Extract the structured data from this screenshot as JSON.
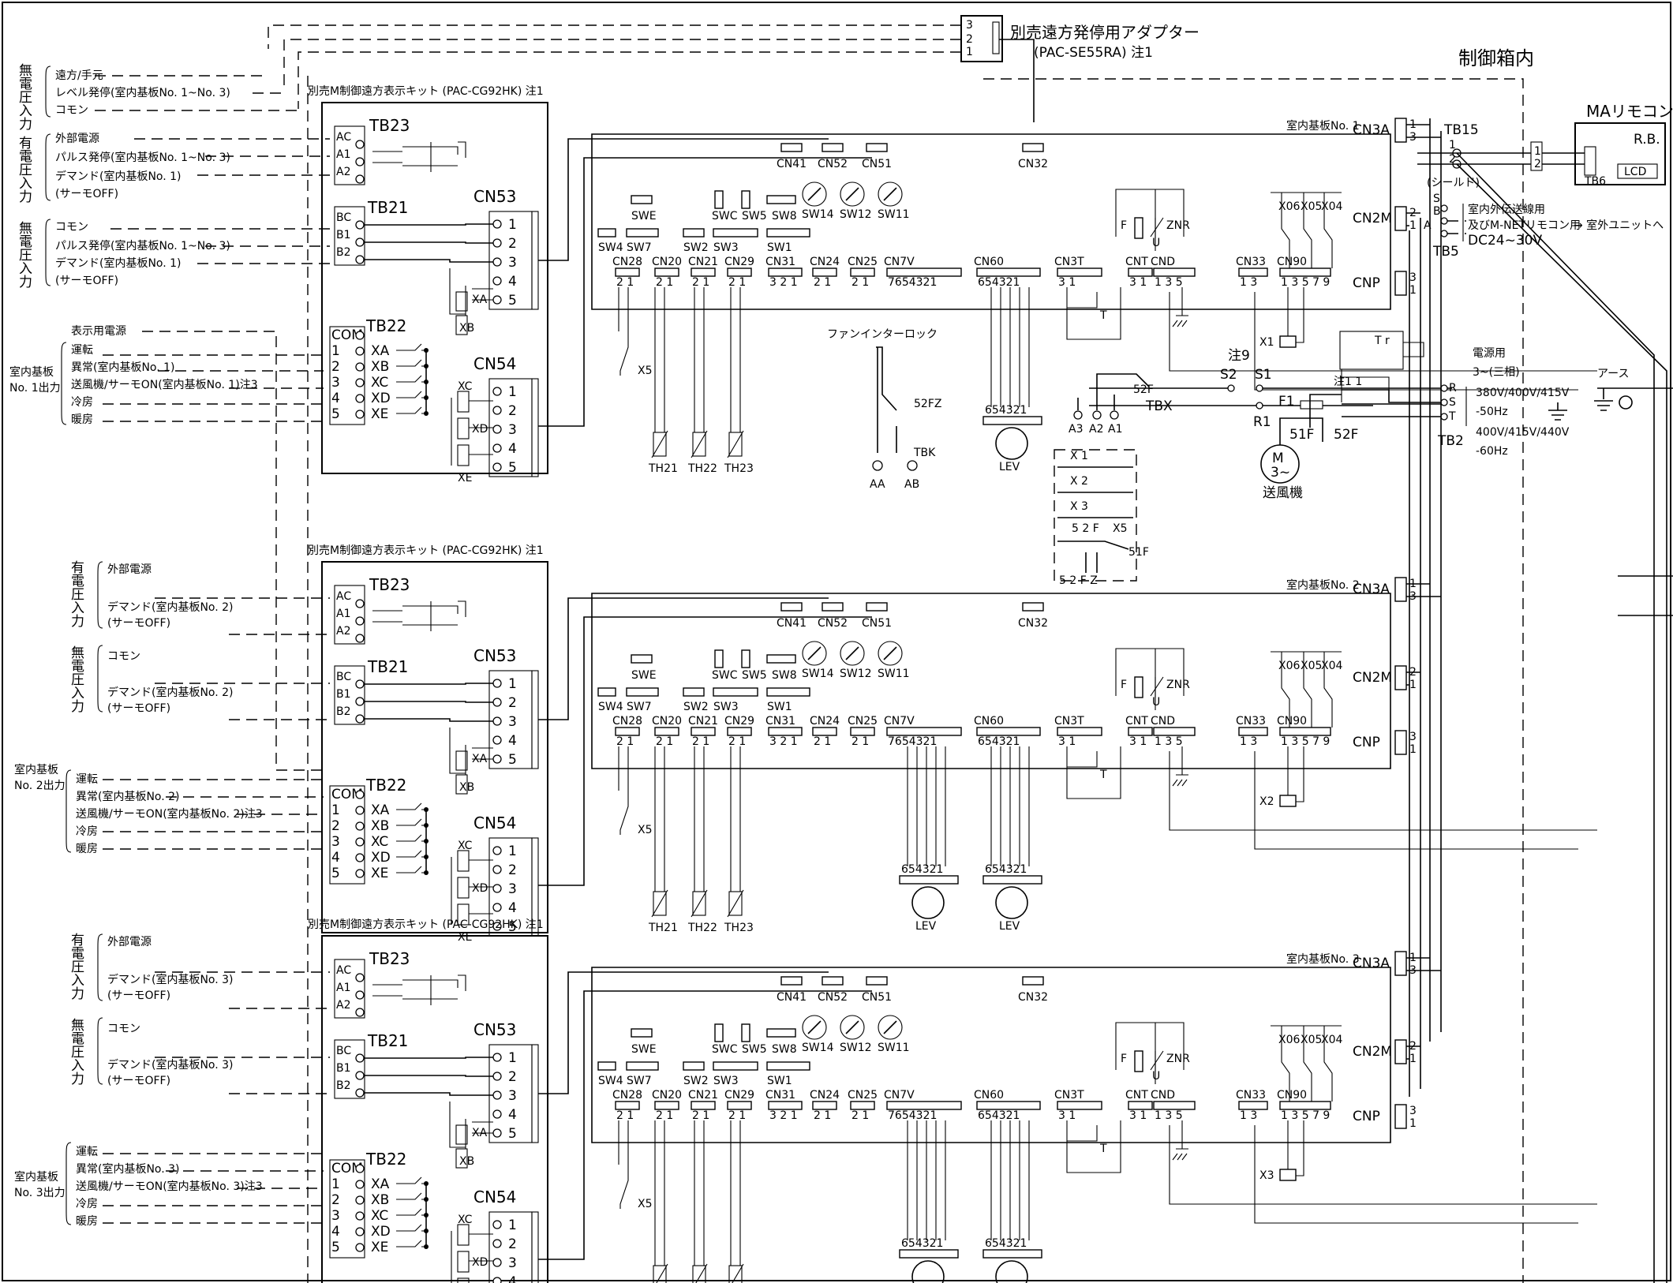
{
  "header": {
    "adapter_label": "別売遠方発停用アダプター",
    "adapter_model": "(PAC-SE55RA) 注1",
    "adapter_pins": [
      "3",
      "2",
      "1"
    ],
    "control_box": "制御箱内",
    "ma_remote": "MAリモコン",
    "ma_rb": "R.B.",
    "ma_tb6": "TB6",
    "ma_lcd": "LCD"
  },
  "left_inputs": {
    "no_voltage_1": {
      "side": "無電圧入力",
      "lines": [
        "遠方/手元",
        "レベル発停(室内基板No. 1~No. 3)",
        "コモン"
      ]
    },
    "voltage_1": {
      "side": "有電圧入力",
      "lines": [
        "外部電源",
        "パルス発停(室内基板No. 1~No. 3)",
        "デマンド(室内基板No. 1)",
        "(サーモOFF)"
      ]
    },
    "no_voltage_2": {
      "side": "無電圧入力",
      "lines": [
        "コモン",
        "パルス発停(室内基板No. 1~No. 3)",
        "デマンド(室内基板No. 1)",
        "(サーモOFF)"
      ]
    },
    "display_power": "表示用電源",
    "output_1": {
      "side": [
        "室内基板",
        "No. 1出力"
      ],
      "lines": [
        "運転",
        "異常(室内基板No. 1)",
        "送風機/サーモON(室内基板No. 1)注3",
        "冷房",
        "暖房"
      ]
    },
    "voltage_2": {
      "side": "有電圧入力",
      "lines": [
        "外部電源",
        "デマンド(室内基板No. 2)",
        "(サーモOFF)"
      ]
    },
    "no_voltage_3": {
      "side": "無電圧入力",
      "lines": [
        "コモン",
        "デマンド(室内基板No. 2)",
        "(サーモOFF)"
      ]
    },
    "output_2": {
      "side": [
        "室内基板",
        "No. 2出力"
      ],
      "lines": [
        "運転",
        "異常(室内基板No. 2)",
        "送風機/サーモON(室内基板No. 2)注3",
        "冷房",
        "暖房"
      ]
    },
    "voltage_3": {
      "side": "有電圧入力",
      "lines": [
        "外部電源",
        "デマンド(室内基板No. 3)",
        "(サーモOFF)"
      ]
    },
    "no_voltage_4": {
      "side": "無電圧入力",
      "lines": [
        "コモン",
        "デマンド(室内基板No. 3)",
        "(サーモOFF)"
      ]
    },
    "output_3": {
      "side": [
        "室内基板",
        "No. 3出力"
      ],
      "lines": [
        "運転",
        "異常(室内基板No. 3)",
        "送風機/サーモON(室内基板No. 3)注3",
        "冷房",
        "暖房"
      ]
    }
  },
  "kit": {
    "title": "別売M制御遠方表示キット (PAC-CG92HK) 注1",
    "tb23": "TB23",
    "tb23_terms": [
      "AC",
      "A1",
      "A2"
    ],
    "tb21": "TB21",
    "tb21_terms": [
      "BC",
      "B1",
      "B2"
    ],
    "tb22": "TB22",
    "tb22_terms": [
      "COM",
      "1",
      "2",
      "3",
      "4",
      "5"
    ],
    "relays": [
      "XA",
      "XB",
      "XC",
      "XD",
      "XE"
    ],
    "cn53": "CN53",
    "cn54": "CN54",
    "pins": [
      "1",
      "2",
      "3",
      "4",
      "5"
    ],
    "xa": "XA",
    "xb": "XB",
    "xc": "XC",
    "xd": "XD",
    "xe": "XE"
  },
  "board": {
    "titles": [
      "室内基板No. 1",
      "室内基板No. 2",
      "室内基板No. 3"
    ],
    "top_conns": [
      "CN41",
      "CN52",
      "CN51",
      "CN32"
    ],
    "rotary": [
      "SW14",
      "SW12",
      "SW11"
    ],
    "switch_labels": [
      "SWE",
      "SWC",
      "SW5",
      "SW8"
    ],
    "switch_row": [
      "SW4",
      "SW7",
      "SW2",
      "SW3",
      "SW1"
    ],
    "conns": [
      "CN28",
      "CN20",
      "CN21",
      "CN29",
      "CN31",
      "CN24",
      "CN25",
      "CN7V",
      "CN60",
      "CN3T",
      "CNT",
      "CND",
      "CN33",
      "CN90"
    ],
    "conn_pins": [
      "2 1",
      "2 1",
      "2 1",
      "2 1",
      "3 2 1",
      "2 1",
      "2 1",
      "7654321",
      "654321",
      "3  1",
      "3 1",
      "1 3 5",
      "1 3",
      "1 3 5 7 9"
    ],
    "therm": [
      "TH21",
      "TH22",
      "TH23"
    ],
    "lev": "LEV",
    "lev_pins": "654321",
    "x5": "X5",
    "relay_labels": [
      "X06",
      "X05",
      "X04"
    ],
    "f": "F",
    "znr": "ZNR",
    "u": "U",
    "t": "T",
    "x_coils": [
      "X1",
      "X2",
      "X3"
    ],
    "right_conns": [
      "CN3A",
      "CN2M",
      "CNP"
    ],
    "cn3a_pins": [
      "1",
      "3"
    ],
    "cn2m_pins": [
      "2",
      "1"
    ],
    "cnp_pins": [
      "3",
      "1"
    ]
  },
  "board1_extra": {
    "fan_interlock": "ファンインターロック",
    "r52fz": "52FZ",
    "tbk": "TBK",
    "aa": "AA",
    "ab": "AB",
    "note9": "注9",
    "s2": "S2",
    "s1": "S1",
    "r1": "R1",
    "f1": "F1",
    "r52f": "52F",
    "tbx": "TBX",
    "a_terms": [
      "A3",
      "A2",
      "A1"
    ],
    "m": "M",
    "m3": "3~",
    "fan": "送風機",
    "r51f": "51F",
    "x_series": [
      "X 1",
      "X 2",
      "X 3",
      "5 2 F",
      "X5",
      "51F",
      "5 2 F Z"
    ],
    "tr": "T r",
    "note11": "注1 1"
  },
  "right": {
    "tb15": "TB15",
    "tb15_pins": [
      "1",
      "2"
    ],
    "tb5": "TB5",
    "tb5_terms": [
      "S",
      "B",
      "A"
    ],
    "shield": "(シールド)",
    "comm1": "室内外伝送線用",
    "comm2": "及びM-NETリモコン用",
    "comm3": "DC24~30V",
    "outdoor": "→ 室外ユニットへ",
    "power_title": "電源用",
    "power_phase": "3~(三相)",
    "voltage1": "380V/400V/415V",
    "hz1": "-50Hz",
    "voltage2": "400V/415V/440V",
    "hz2": "-60Hz",
    "tb2": "TB2",
    "tb2_terms": [
      "R",
      "S",
      "T"
    ],
    "earth": "アース"
  }
}
